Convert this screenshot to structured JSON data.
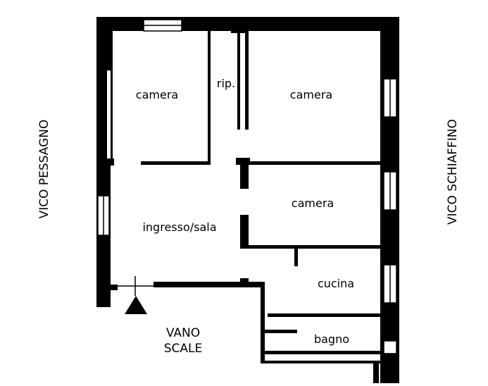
{
  "rooms": {
    "camera_1": "camera",
    "rip": "rip.",
    "camera_2": "camera",
    "camera_3": "camera",
    "ingresso": "ingresso/sala",
    "cucina": "cucina",
    "bagno": "bagno"
  },
  "streets": {
    "left": "VICO PESSAGNO",
    "right": "VICO SCHIAFFINO"
  },
  "stairs": {
    "line1": "VANO",
    "line2": "SCALE"
  },
  "colors": {
    "wall": "#000000",
    "background": "#ffffff"
  },
  "icons": {
    "entrance": "entrance-triangle-icon"
  }
}
